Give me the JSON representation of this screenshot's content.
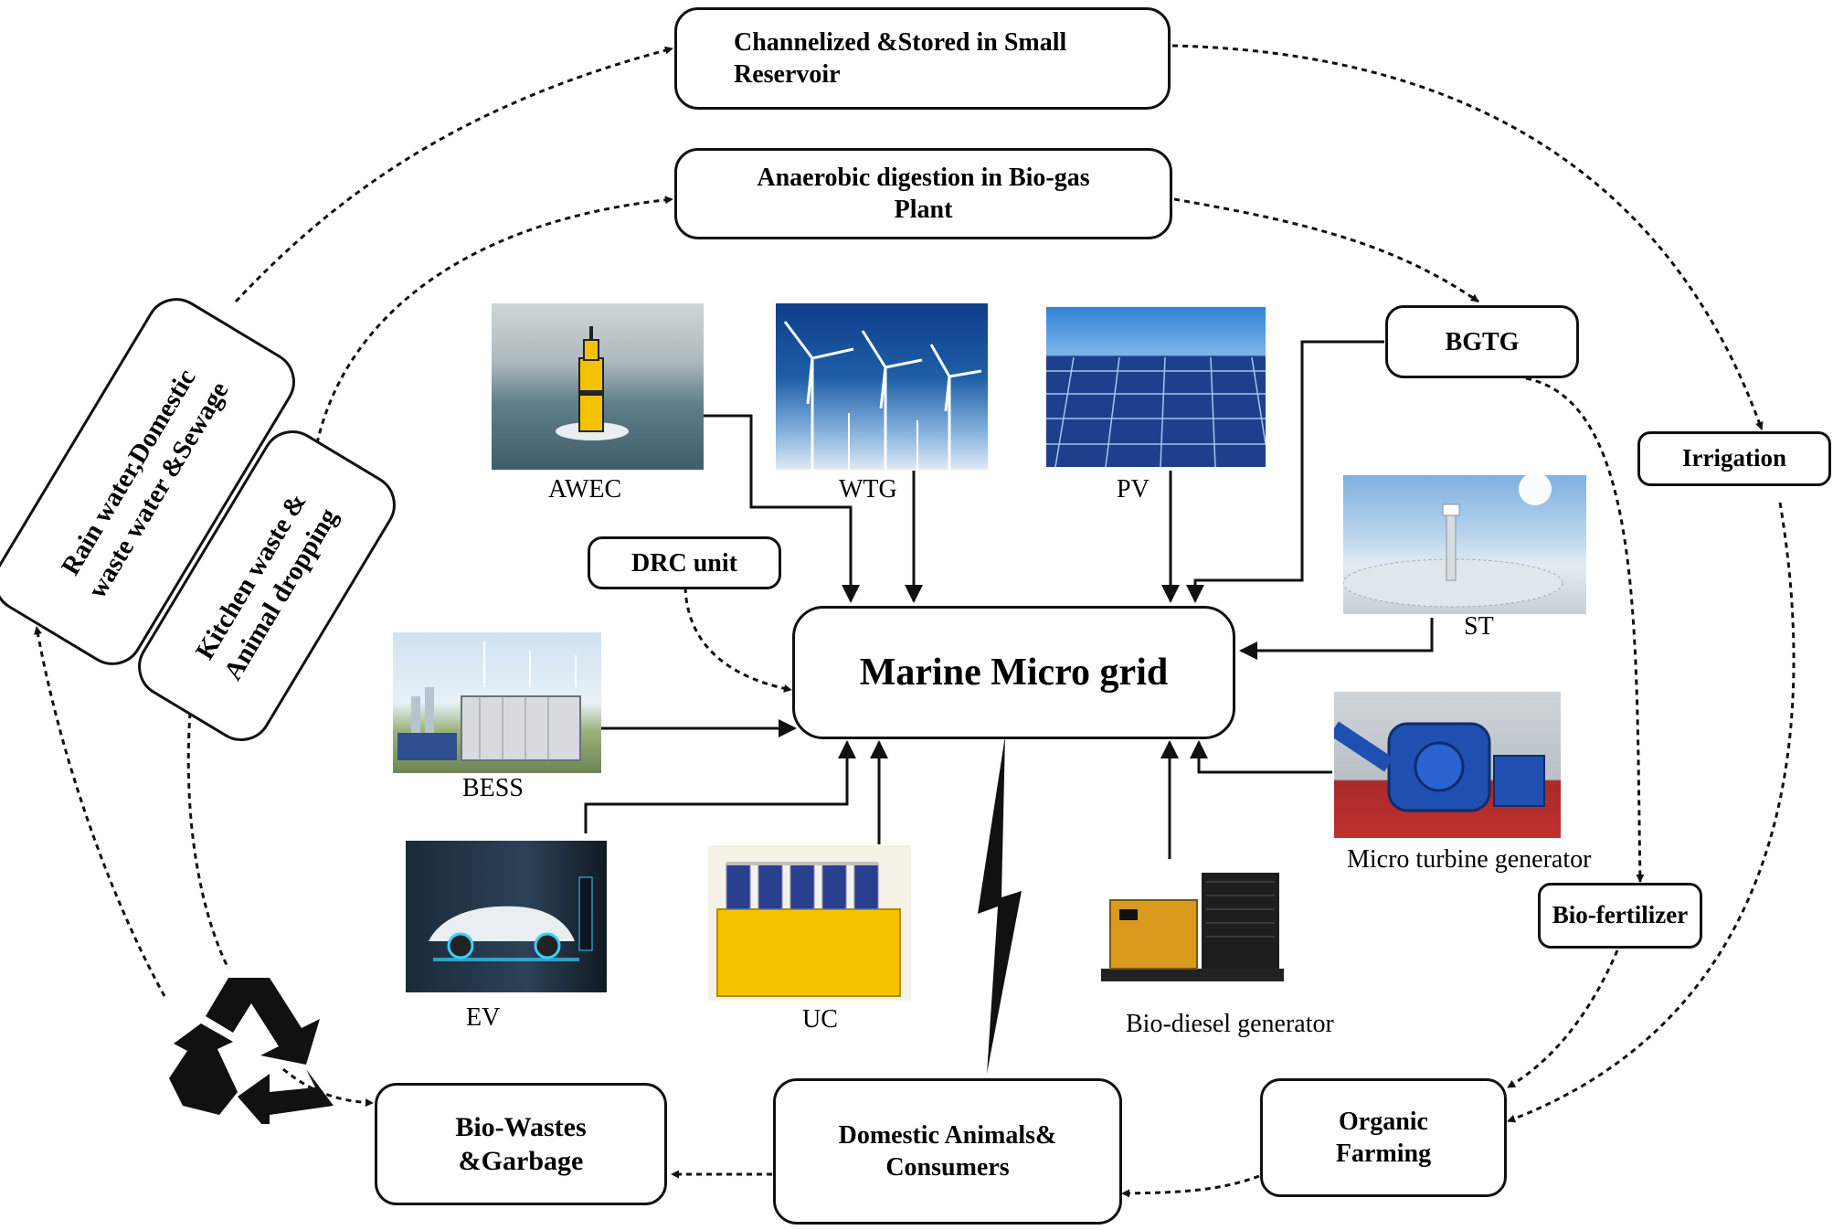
{
  "nodes": {
    "reservoir": "Channelized &Stored in Small\nReservoir",
    "biogas_plant": "Anaerobic digestion in Bio-gas\nPlant",
    "bgtg": "BGTG",
    "irrigation": "Irrigation",
    "drc_unit": "DRC unit",
    "microgrid": "Marine  Micro grid",
    "bio_fertilizer": "Bio-fertilizer",
    "organic_farming": "Organic\nFarming",
    "domestic_animals": "Domestic Animals&\nConsumers",
    "bio_wastes": "Bio-Wastes\n&Garbage",
    "rain_water": "Rain water,Domestic\nwaste water &Sewage",
    "kitchen_waste": "Kitchen waste &\nAnimal dropping"
  },
  "sources": {
    "awec": "AWEC",
    "wtg": "WTG",
    "pv": "PV",
    "st": "ST",
    "bess": "BESS",
    "ev": "EV",
    "uc": "UC",
    "bio_diesel": "Bio-diesel generator",
    "micro_turbine": "Micro turbine generator"
  },
  "icons": {
    "recycle": "recycle-icon",
    "lightning": "lightning-bolt-icon"
  },
  "colors": {
    "line": "#111111",
    "sea": "#5f7f8a",
    "sky": "#1f5fa8",
    "solar_panel": "#1d3f8c",
    "cap_yellow": "#f2c200",
    "cap_blue": "#2b3f8f",
    "turbine_blue": "#1f4fb0",
    "genset_yellow": "#d99a1e"
  }
}
